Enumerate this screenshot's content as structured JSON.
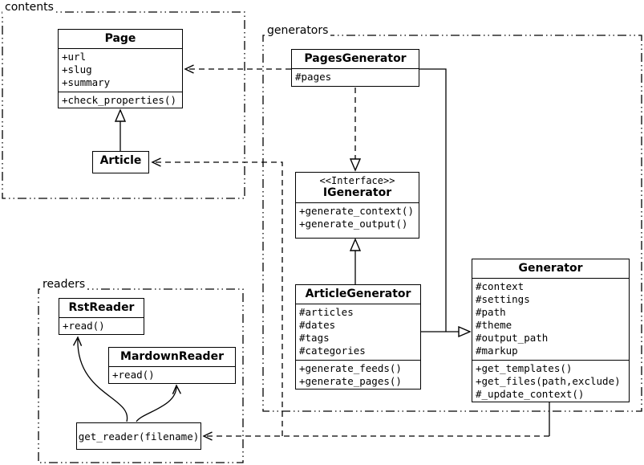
{
  "packages": {
    "contents": {
      "label": "contents"
    },
    "generators": {
      "label": "generators"
    },
    "readers": {
      "label": "readers"
    }
  },
  "classes": {
    "page": {
      "name": "Page",
      "attributes": [
        "+url",
        "+slug",
        "+summary"
      ],
      "methods": [
        "+check_properties()"
      ]
    },
    "article": {
      "name": "Article"
    },
    "pages_generator": {
      "name": "PagesGenerator",
      "attributes": [
        "#pages"
      ]
    },
    "igenerator": {
      "stereotype": "<<Interface>>",
      "name": "IGenerator",
      "methods": [
        "+generate_context()",
        "+generate_output()"
      ]
    },
    "article_generator": {
      "name": "ArticleGenerator",
      "attributes": [
        "#articles",
        "#dates",
        "#tags",
        "#categories"
      ],
      "methods": [
        "+generate_feeds()",
        "+generate_pages()"
      ]
    },
    "generator": {
      "name": "Generator",
      "attributes": [
        "#context",
        "#settings",
        "#path",
        "#theme",
        "#output_path",
        "#markup"
      ],
      "methods": [
        "+get_templates()",
        "+get_files(path,exclude)",
        "#_update_context()"
      ]
    },
    "rst_reader": {
      "name": "RstReader",
      "methods": [
        "+read()"
      ]
    },
    "markdown_reader": {
      "name": "MardownReader",
      "methods": [
        "+read()"
      ]
    }
  },
  "functions": {
    "get_reader": {
      "label": "get_reader(filename)"
    }
  },
  "relationships": [
    {
      "type": "inheritance",
      "from": "Article",
      "to": "Page"
    },
    {
      "type": "dependency",
      "from": "PagesGenerator",
      "to": "Page"
    },
    {
      "type": "dependency",
      "from": "ArticleGenerator",
      "to": "Article"
    },
    {
      "type": "realization",
      "from": "PagesGenerator",
      "to": "IGenerator"
    },
    {
      "type": "inheritance",
      "from": "ArticleGenerator",
      "to": "IGenerator"
    },
    {
      "type": "inheritance",
      "from": "PagesGenerator",
      "to": "Generator"
    },
    {
      "type": "inheritance",
      "from": "ArticleGenerator",
      "to": "Generator"
    },
    {
      "type": "dependency",
      "from": "Generator",
      "to": "get_reader"
    },
    {
      "type": "call",
      "from": "get_reader",
      "to": "RstReader"
    },
    {
      "type": "call",
      "from": "get_reader",
      "to": "MardownReader"
    }
  ],
  "colors": {
    "line": "#000000",
    "background": "#ffffff"
  }
}
